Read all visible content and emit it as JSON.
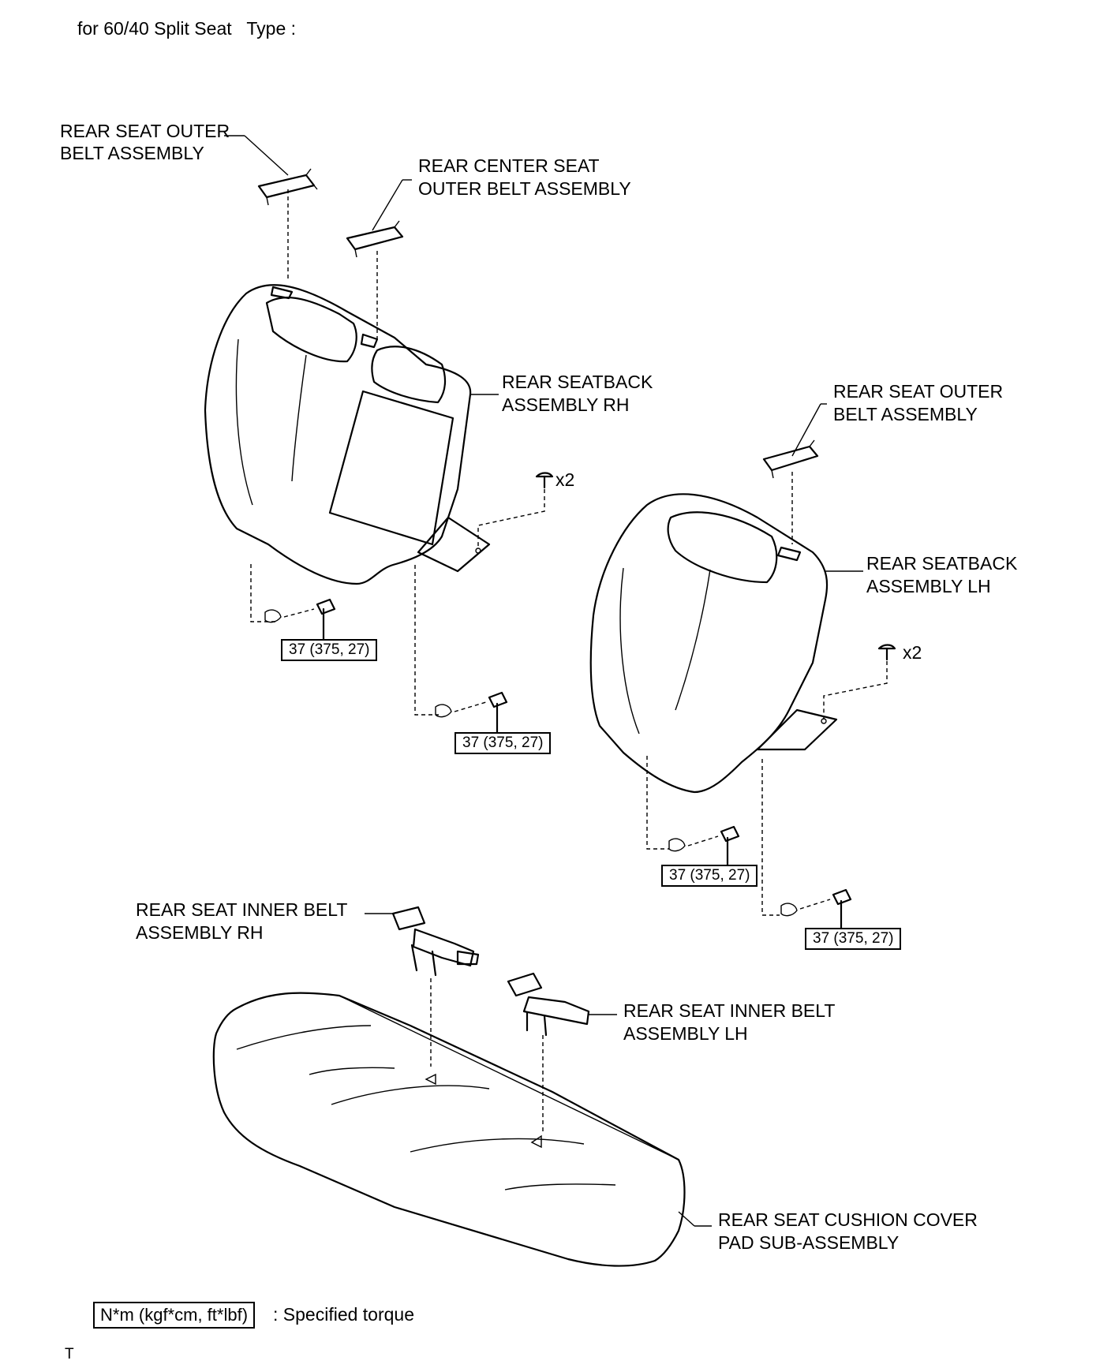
{
  "header": {
    "title": "for 60/40 Split Seat   Type :"
  },
  "labels": {
    "outer_belt_rh_l1": "REAR SEAT OUTER",
    "outer_belt_rh_l2": "BELT ASSEMBLY",
    "center_belt_l1": "REAR CENTER SEAT",
    "center_belt_l2": "OUTER BELT ASSEMBLY",
    "seatback_rh_l1": "REAR SEATBACK",
    "seatback_rh_l2": "ASSEMBLY RH",
    "outer_belt_lh_l1": "REAR SEAT OUTER",
    "outer_belt_lh_l2": "BELT ASSEMBLY",
    "seatback_lh_l1": "REAR SEATBACK",
    "seatback_lh_l2": "ASSEMBLY LH",
    "inner_belt_rh_l1": "REAR SEAT INNER BELT",
    "inner_belt_rh_l2": "ASSEMBLY RH",
    "inner_belt_lh_l1": "REAR SEAT INNER BELT",
    "inner_belt_lh_l2": "ASSEMBLY LH",
    "cushion_l1": "REAR SEAT CUSHION COVER",
    "cushion_l2": "PAD SUB-ASSEMBLY",
    "clip_qty_rh": "x2",
    "clip_qty_lh": "x2"
  },
  "torque": {
    "rh_left": "37 (375, 27)",
    "rh_right": "37 (375, 27)",
    "lh_left": "37 (375, 27)",
    "lh_right": "37 (375, 27)"
  },
  "legend": {
    "box": "N*m (kgf*cm, ft*lbf)",
    "text": ": Specified torque"
  },
  "footer": {
    "mark": "T"
  }
}
